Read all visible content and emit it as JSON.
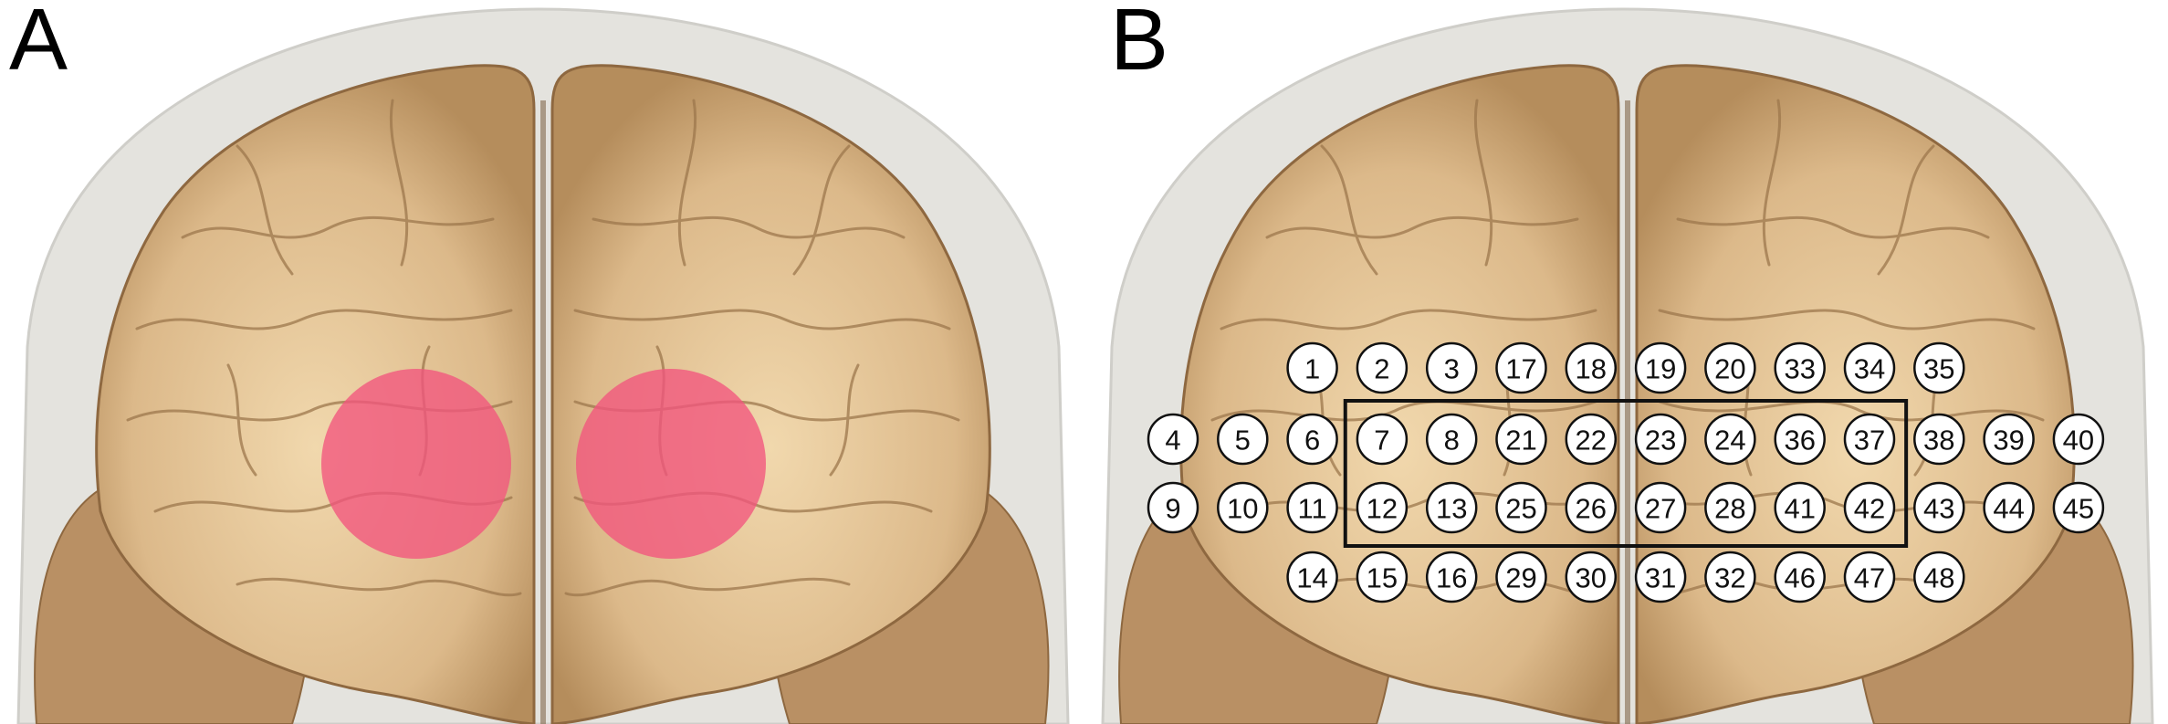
{
  "panels": {
    "a": {
      "label": "A"
    },
    "b": {
      "label": "B"
    }
  },
  "colors": {
    "head": "#e4e3de",
    "head_stroke": "#cfcec9",
    "brain": "#dcb98a",
    "brain_light": "#f1d8ad",
    "brain_dark": "#8e6840",
    "stimulation_spot": "#f2557e",
    "electrode_fill": "#ffffff",
    "electrode_stroke": "#111111",
    "region_box": "#111111"
  },
  "stimulation_sites": {
    "count": 2,
    "shape": "circle",
    "hemispheres": [
      "left",
      "right"
    ]
  },
  "channels": {
    "rows": [
      [
        "",
        "",
        "1",
        "2",
        "3",
        "17",
        "18",
        "19",
        "20",
        "33",
        "34",
        "35",
        "",
        ""
      ],
      [
        "4",
        "5",
        "6",
        "7",
        "8",
        "21",
        "22",
        "23",
        "24",
        "36",
        "37",
        "38",
        "39",
        "40"
      ],
      [
        "9",
        "10",
        "11",
        "12",
        "13",
        "25",
        "26",
        "27",
        "28",
        "41",
        "42",
        "43",
        "44",
        "45"
      ],
      [
        "",
        "",
        "14",
        "15",
        "16",
        "29",
        "30",
        "31",
        "32",
        "46",
        "47",
        "48",
        "",
        ""
      ]
    ],
    "highlighted_region": {
      "rows": [
        1,
        2
      ],
      "columns": [
        3,
        10
      ]
    }
  }
}
